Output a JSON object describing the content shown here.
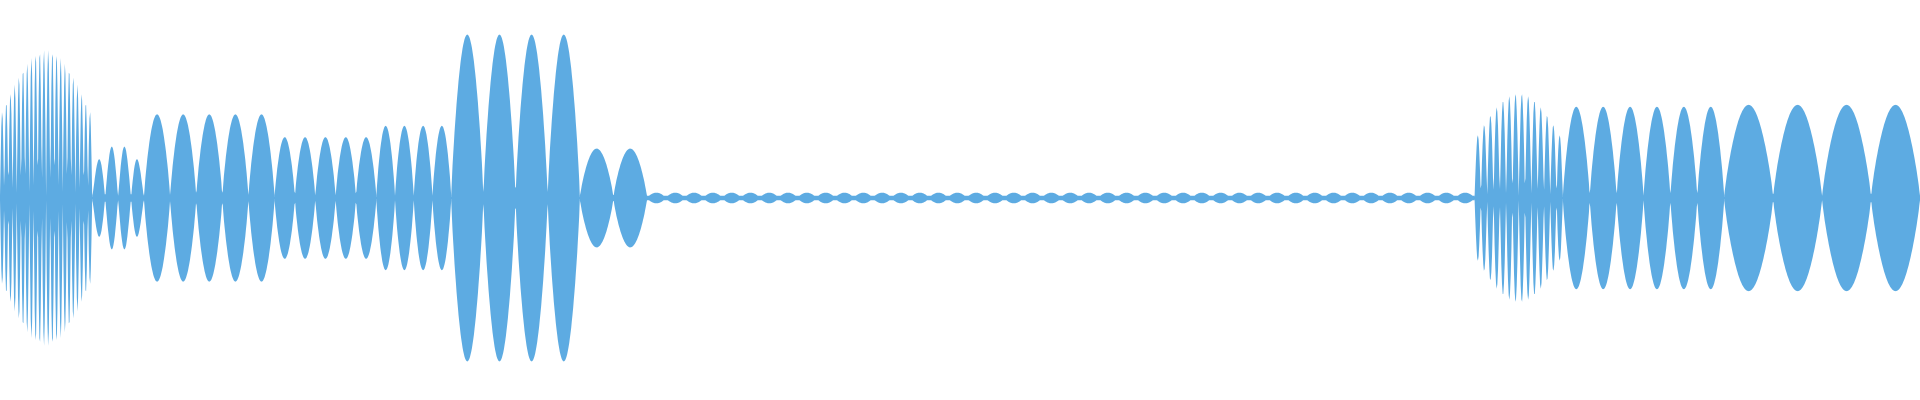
{
  "waveform": {
    "color": "#5DABE2",
    "background": "#FFFFFF",
    "bursts": [
      {
        "kind": "chirp",
        "t0": 0.0,
        "t1": 0.048,
        "cycles": 22,
        "amp": 0.78
      },
      {
        "kind": "chirp",
        "t0": 0.048,
        "t1": 0.075,
        "cycles": 4,
        "amp": 0.28
      },
      {
        "kind": "tone",
        "t0": 0.075,
        "t1": 0.143,
        "cycles": 5,
        "amp": 0.44
      },
      {
        "kind": "tone",
        "t0": 0.143,
        "t1": 0.196,
        "cycles": 5,
        "amp": 0.32
      },
      {
        "kind": "tone",
        "t0": 0.196,
        "t1": 0.235,
        "cycles": 4,
        "amp": 0.38
      },
      {
        "kind": "tone",
        "t0": 0.235,
        "t1": 0.302,
        "cycles": 4,
        "amp": 0.86
      },
      {
        "kind": "tone",
        "t0": 0.302,
        "t1": 0.337,
        "cycles": 2,
        "amp": 0.26
      },
      {
        "kind": "tone",
        "t0": 0.337,
        "t1": 0.768,
        "cycles": 44,
        "amp": 0.028
      },
      {
        "kind": "chirp",
        "t0": 0.768,
        "t1": 0.814,
        "cycles": 14,
        "amp": 0.55
      },
      {
        "kind": "tone",
        "t0": 0.814,
        "t1": 0.898,
        "cycles": 6,
        "amp": 0.48
      },
      {
        "kind": "tone",
        "t0": 0.898,
        "t1": 1.0,
        "cycles": 4,
        "amp": 0.49
      }
    ]
  }
}
